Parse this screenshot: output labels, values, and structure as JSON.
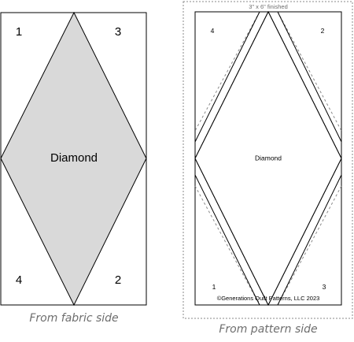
{
  "fabric_side": {
    "label": "Diamond",
    "corner_numbers": [
      "1",
      "3",
      "4",
      "2"
    ],
    "caption": "From fabric side",
    "fill_color": "#d9d9d9"
  },
  "pattern_side": {
    "finished_size": "3\" x 6\" finished",
    "label": "Diamond",
    "corner_numbers": [
      "4",
      "2",
      "1",
      "3"
    ],
    "copyright": "©Generations Quilt Patterns, LLC 2023",
    "caption": "From pattern side"
  }
}
